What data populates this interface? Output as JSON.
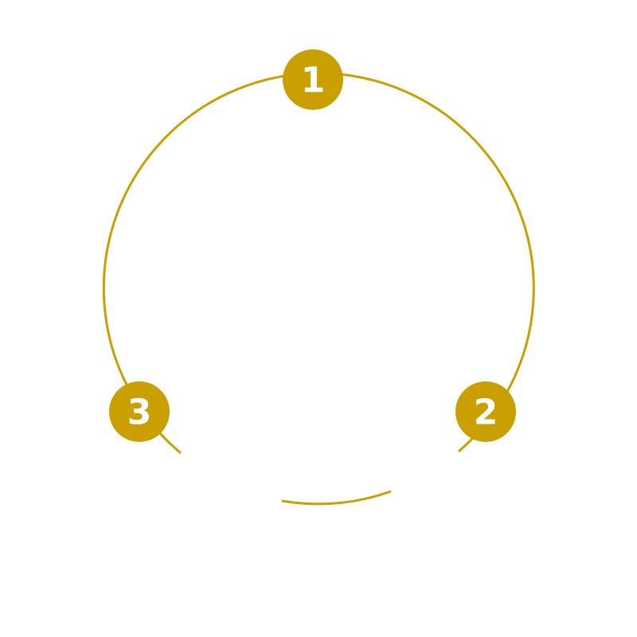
{
  "theme": {
    "accent": "#C9A000",
    "label_color": "#FFFFFF"
  },
  "steps": [
    {
      "label": "1"
    },
    {
      "label": "2"
    },
    {
      "label": "3"
    }
  ]
}
